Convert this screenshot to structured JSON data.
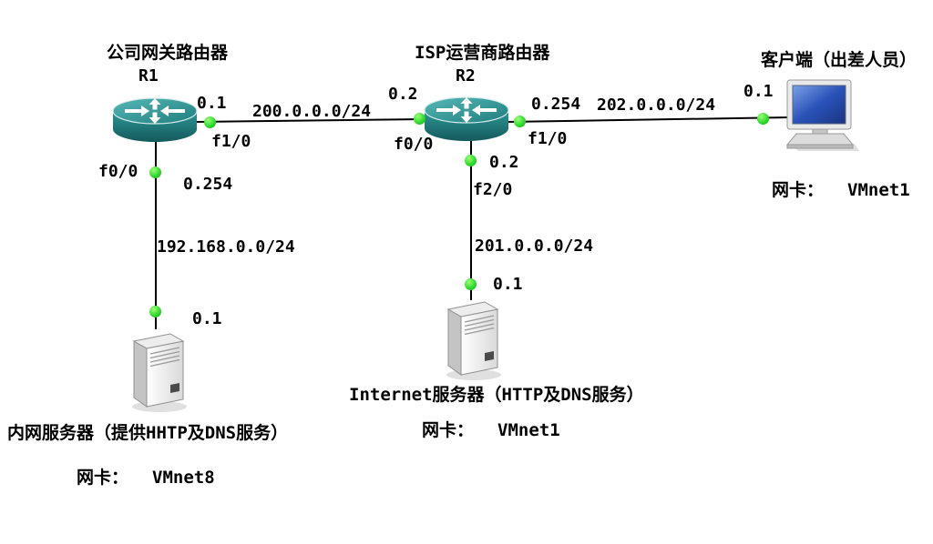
{
  "colors": {
    "background": "#ffffff",
    "link_line": "#000000",
    "interface_dot": "#2ad42a",
    "router_body": "#2e8c8c",
    "server_body": "#ececec",
    "client_screen": "#2a52b8",
    "label_text": "#000000"
  },
  "nodes": {
    "r1": {
      "title": "公司网关路由器",
      "label": "R1"
    },
    "r2": {
      "title": "ISP运营商路由器",
      "label": "R2"
    },
    "client": {
      "title": "客户端（出差人员）",
      "nic_label": "网卡：",
      "nic_value": "VMnet1"
    },
    "internet_server": {
      "title": "Internet服务器（HTTP及DNS服务）",
      "nic_label": "网卡：",
      "nic_value": "VMnet1"
    },
    "intranet_server": {
      "title": "内网服务器（提供HHTP及DNS服务）",
      "nic_label": "网卡：",
      "nic_value": "VMnet8"
    }
  },
  "links": {
    "r1_r2": {
      "network": "200.0.0.0/24",
      "r1_ip": "0.1",
      "r1_iface": "f1/0",
      "r2_ip": "0.2",
      "r2_iface": "f0/0"
    },
    "r2_client": {
      "network": "202.0.0.0/24",
      "r2_ip": "0.254",
      "r2_iface": "f1/0",
      "client_ip": "0.1"
    },
    "r1_intranet": {
      "network": "192.168.0.0/24",
      "r1_iface": "f0/0",
      "r1_ip": "0.254",
      "server_ip": "0.1"
    },
    "r2_internet": {
      "network": "201.0.0.0/24",
      "r2_ip": "0.2",
      "r2_iface": "f2/0",
      "server_ip": "0.1"
    }
  }
}
